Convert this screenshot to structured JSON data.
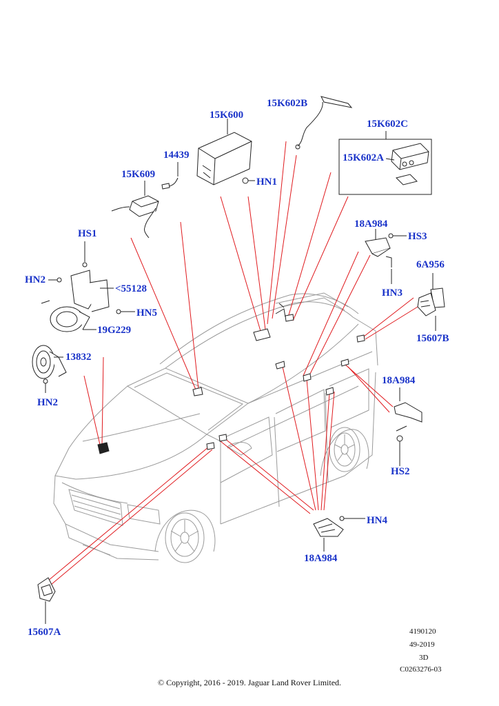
{
  "labels": {
    "p15K602B": "15K602B",
    "p15K602C": "15K602C",
    "p15K602A": "15K602A",
    "p15K600": "15K600",
    "p14439": "14439",
    "p15K609": "15K609",
    "pHN1": "HN1",
    "p18A984_top": "18A984",
    "pHS3": "HS3",
    "pHN3": "HN3",
    "p6A956": "6A956",
    "p15607B": "15607B",
    "pHS1": "HS1",
    "pHN2_top": "HN2",
    "p55128": "<55128",
    "pHN5": "HN5",
    "p19G229": "19G229",
    "p13832": "13832",
    "pHN2_bottom": "HN2",
    "p18A984_right": "18A984",
    "pHS2": "HS2",
    "pHN4": "HN4",
    "p18A984_bottom": "18A984",
    "p15607A": "15607A"
  },
  "footer": {
    "ref1": "4190120",
    "ref2": "49-2019",
    "ref3": "3D",
    "ref4": "C0263276-03",
    "copyright": "© Copyright, 2016 - 2019. Jaguar Land Rover Limited."
  },
  "colors": {
    "label": "#1a33c9",
    "leader": "#e0191d",
    "drawing": "#8a8a8a",
    "part": "#222222"
  }
}
